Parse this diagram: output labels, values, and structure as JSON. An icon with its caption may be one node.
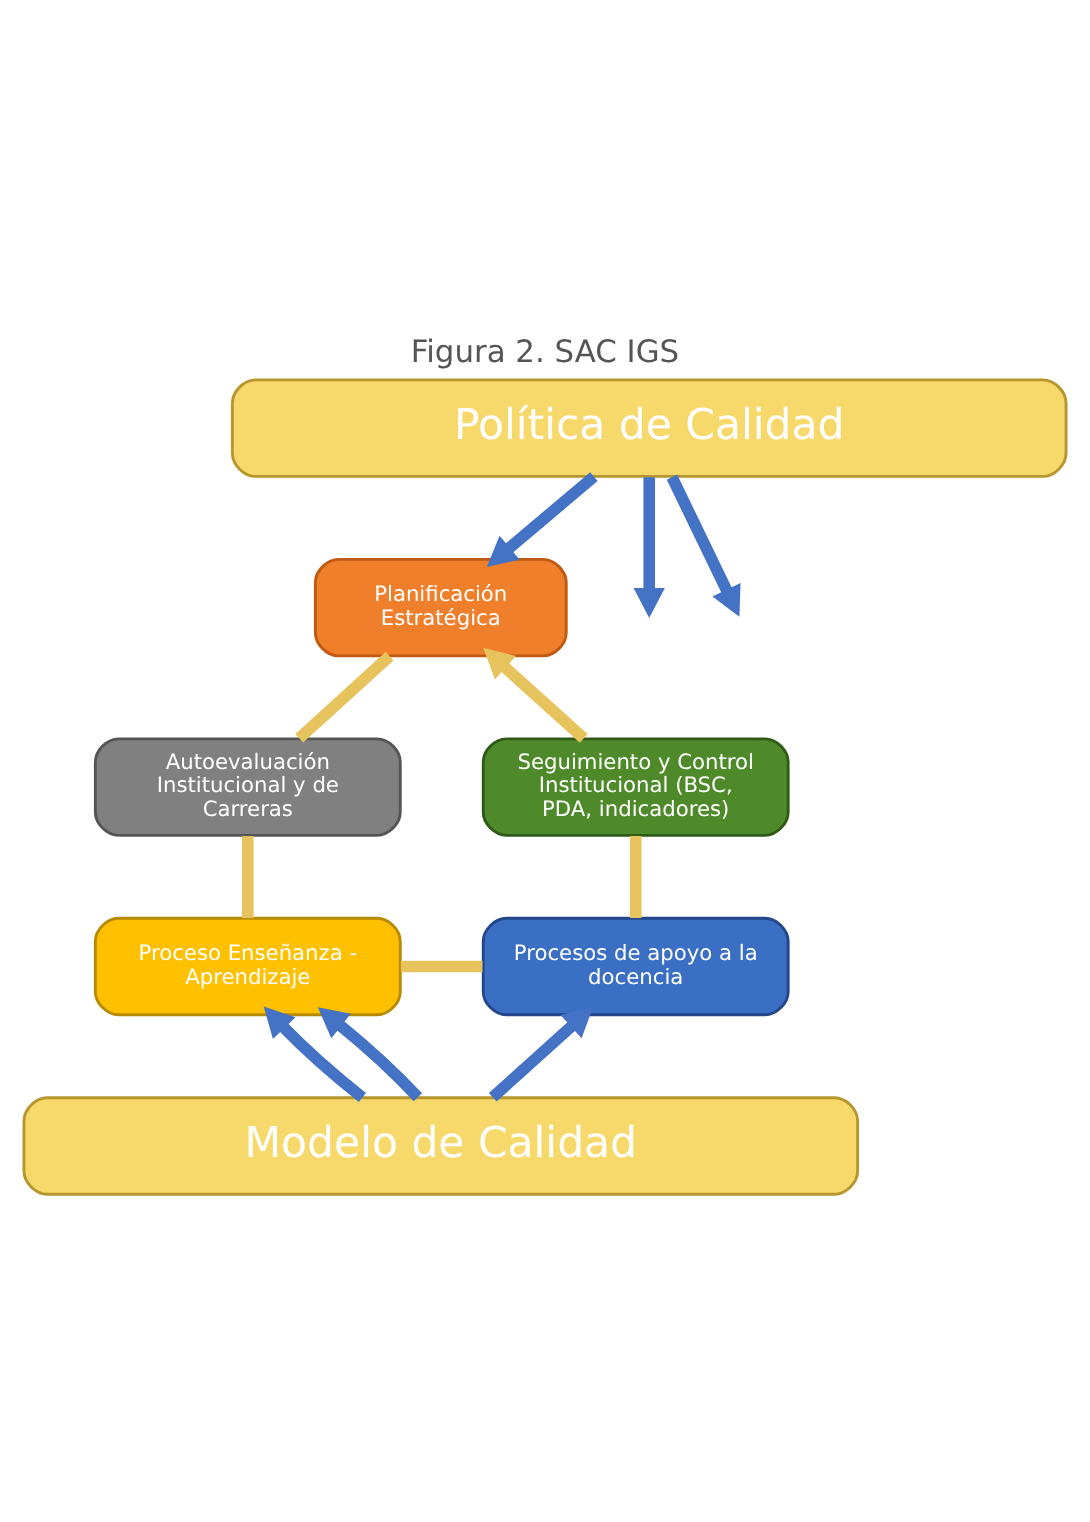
{
  "diagram": {
    "caption": "Figura 2. SAC IGS",
    "nodes": [
      {
        "text": [
          "Política de Calidad"
        ]
      },
      {
        "text": [
          "Planificación Estratégica"
        ]
      },
      {
        "text": [
          "Seguimiento y Control Institucional (BSC, PDA, indicadores)"
        ]
      },
      {
        "text": [
          "Autoevaluación Institucional y de Carreras"
        ]
      },
      {
        "text": [
          "Procesos de apoyo a la docencia"
        ]
      },
      {
        "text": [
          "Proceso Enseñanza - Aprendizaje"
        ]
      },
      {
        "text": [
          "Modelo de Calidad"
        ]
      }
    ],
    "edges": [
      {
        "from": 0,
        "to": null,
        "arrow": "to"
      },
      {
        "from": 0,
        "to": 1,
        "arrow": "to"
      },
      {
        "from": 0,
        "to": null,
        "arrow": "to"
      },
      {
        "from": 1,
        "to": 3,
        "arrow": "none",
        "color": "#e6c35c"
      },
      {
        "from": 3,
        "to": 5,
        "arrow": "none",
        "color": "#e6c35c"
      },
      {
        "from": 5,
        "to": 4,
        "arrow": "none",
        "color": "#e6c35c"
      },
      {
        "from": 4,
        "to": 2,
        "arrow": "none",
        "color": "#e6c35c"
      },
      {
        "from": 2,
        "to": 1,
        "arrow": "to",
        "color": "#e6c35c"
      },
      {
        "from": 6,
        "to": 4,
        "arrow": "to"
      },
      {
        "from": 6,
        "to": 5,
        "arrow": "to"
      },
      {
        "from": 6,
        "to": 5,
        "arrow": "to"
      }
    ]
  }
}
